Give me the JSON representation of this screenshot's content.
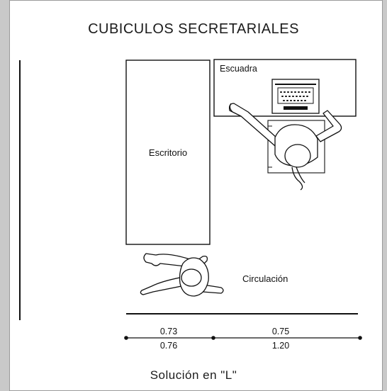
{
  "title": "CUBICULOS SECRETARIALES",
  "labels": {
    "escuadra": "Escuadra",
    "escritorio": "Escritorio",
    "circulacion": "Circulación"
  },
  "dimensions": {
    "left_top": "0.73",
    "left_bottom": "0.76",
    "right_top": "0.75",
    "right_bottom": "1.20"
  },
  "caption": "Solución en \"L\""
}
